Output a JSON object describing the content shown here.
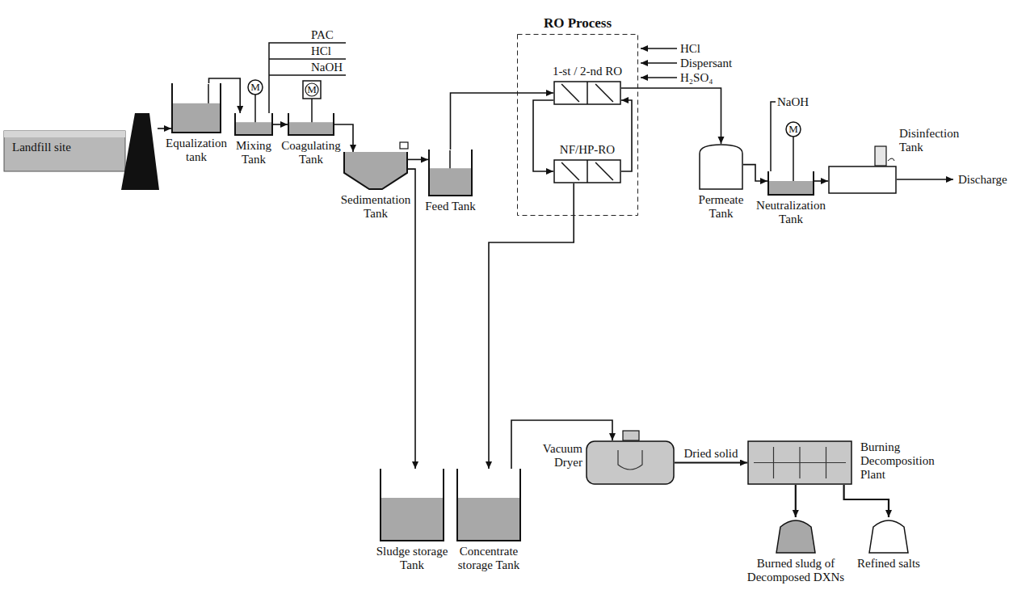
{
  "diagram": {
    "nodes": [
      {
        "text": [
          "Landfill site"
        ]
      },
      {
        "text": [
          "Equalization tank"
        ]
      },
      {
        "text": [
          "Mixing Tank"
        ]
      },
      {
        "text": [
          "Coagulating Tank"
        ]
      },
      {
        "text": [
          "Sedimentation Tank"
        ]
      },
      {
        "text": [
          "Feed Tank"
        ]
      },
      {
        "text": [
          "RO Process"
        ]
      },
      {
        "text": [
          "1-st / 2-nd RO"
        ],
        "in": 6
      },
      {
        "text": [
          "NF/HP-RO"
        ],
        "in": 6
      },
      {
        "text": [
          "Permeate Tank"
        ]
      },
      {
        "text": [
          "Neutralization Tank"
        ]
      },
      {
        "text": [
          "Disinfection Tank"
        ]
      },
      {
        "text": [
          "Sludge storage Tank"
        ]
      },
      {
        "text": [
          "Concentrate storage Tank"
        ]
      },
      {
        "text": [
          "Vacuum Dryer"
        ]
      },
      {
        "text": [
          "Burning Decomposition Plant"
        ]
      },
      {
        "text": [
          "Burned sludg of Decomposed DXNs"
        ]
      },
      {
        "text": [
          "Refined salts"
        ]
      }
    ],
    "edges": [
      {
        "from": 0,
        "to": 1,
        "arrow": "to"
      },
      {
        "from": 1,
        "to": 2,
        "arrow": "to"
      },
      {
        "from": 2,
        "to": 3,
        "arrow": "to"
      },
      {
        "from": 3,
        "to": 4,
        "arrow": "to"
      },
      {
        "from": 4,
        "to": 5,
        "arrow": "to"
      },
      {
        "from": 5,
        "to": 7,
        "arrow": "to"
      },
      {
        "from": 7,
        "to": 8,
        "arrow": "to"
      },
      {
        "from": 8,
        "to": 7,
        "arrow": "to"
      },
      {
        "from": 7,
        "to": 9,
        "arrow": "to"
      },
      {
        "from": 9,
        "to": 10,
        "arrow": "to"
      },
      {
        "from": 10,
        "to": 11,
        "arrow": "to"
      },
      {
        "from": 4,
        "to": 12,
        "arrow": "to"
      },
      {
        "from": 8,
        "to": 13,
        "arrow": "to"
      },
      {
        "from": 13,
        "to": 14,
        "arrow": "to"
      },
      {
        "from": 14,
        "to": 15,
        "label": "Dried solid",
        "arrow": "to"
      },
      {
        "from": 15,
        "to": 16,
        "arrow": "to"
      },
      {
        "from": 15,
        "to": 17,
        "arrow": "to"
      }
    ],
    "labels": [
      "PAC",
      "HCl",
      "NaOH",
      "M",
      "M",
      "HCl",
      "Dispersant",
      "H₂SO₄",
      "NaOH",
      "M",
      "Discharge"
    ]
  }
}
